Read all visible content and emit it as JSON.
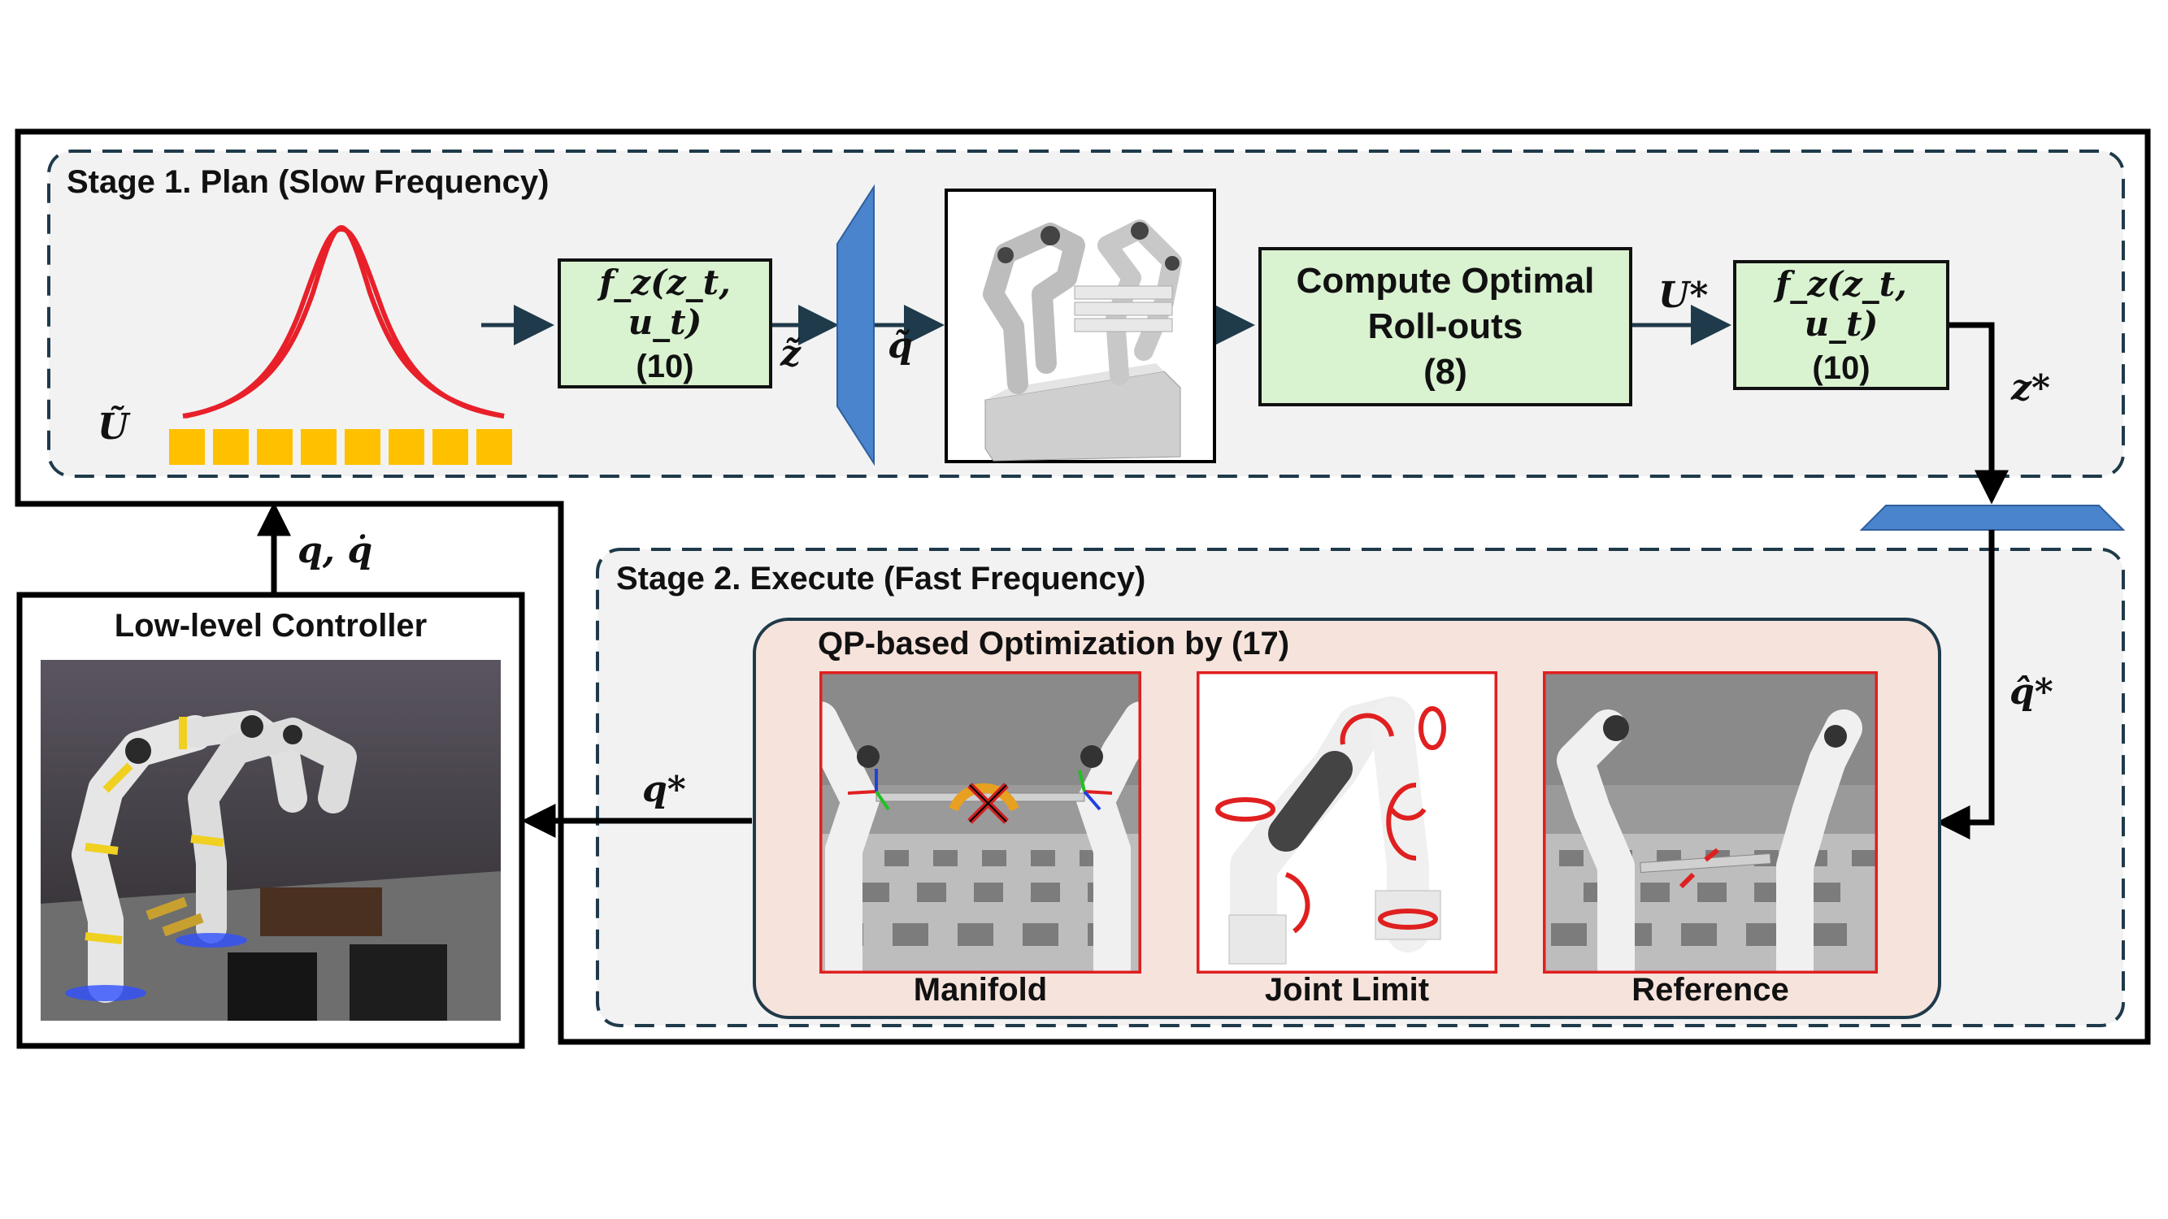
{
  "stage1": {
    "title": "Stage 1. Plan (Slow Frequency)"
  },
  "stage2": {
    "title": "Stage 2. Execute (Fast Frequency)"
  },
  "symbols": {
    "u_tilde": "Ũ",
    "z_tilde": "z̃",
    "q_tilde": "q̃",
    "u_star": "U*",
    "z_star": "z*",
    "q_hat_star": "q̂*",
    "q_star": "q*",
    "q_qdot": "q, q̇"
  },
  "dynamics_box_1": {
    "formula": "f_z(z_t, u_t)",
    "ref": "(10)"
  },
  "optimal_box": {
    "line1": "Compute Optimal",
    "line2": "Roll-outs",
    "ref": "(8)"
  },
  "dynamics_box_2": {
    "formula": "f_z(z_t, u_t)",
    "ref": "(10)"
  },
  "qp": {
    "title": "QP-based Optimization by (17)",
    "panels": [
      {
        "label": "Manifold"
      },
      {
        "label": "Joint Limit"
      },
      {
        "label": "Reference"
      }
    ]
  },
  "low_level": {
    "title": "Low-level Controller"
  },
  "colors": {
    "stage_bg": "#f2f2f2",
    "green_box": "#d9f2d0",
    "qp_bg": "#f6e3dc",
    "blue_block": "#4a84cc",
    "gaussian": "#e8202a",
    "samples": "#ffc000",
    "panel_border": "#e02020",
    "arrow_dark": "#1f3a4a"
  }
}
